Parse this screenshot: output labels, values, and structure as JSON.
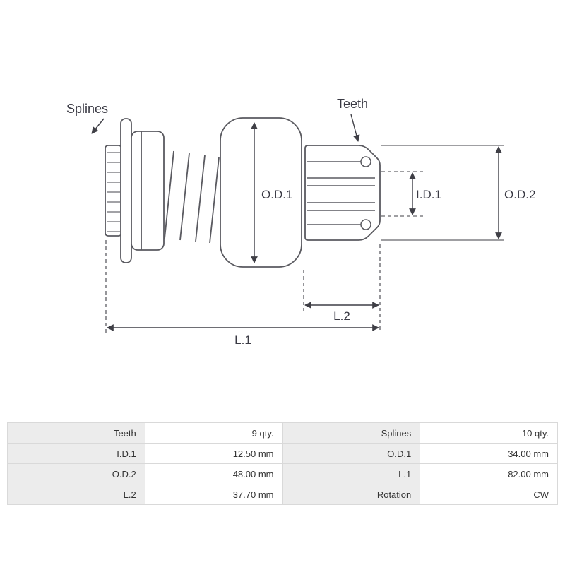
{
  "diagram": {
    "splines_label": "Splines",
    "teeth_label": "Teeth",
    "od1_label": "O.D.1",
    "id1_label": "I.D.1",
    "od2_label": "O.D.2",
    "l1_label": "L.1",
    "l2_label": "L.2"
  },
  "spec_table": {
    "rows": [
      [
        "Teeth",
        "9 qty.",
        "Splines",
        "10 qty."
      ],
      [
        "I.D.1",
        "12.50 mm",
        "O.D.1",
        "34.00 mm"
      ],
      [
        "O.D.2",
        "48.00 mm",
        "L.1",
        "82.00 mm"
      ],
      [
        "L.2",
        "37.70 mm",
        "Rotation",
        "CW"
      ]
    ]
  },
  "colors": {
    "outline": "#5a5a60",
    "dimension": "#3f3f46",
    "table_label_bg": "#ececec",
    "table_border": "#d9d9d9"
  }
}
